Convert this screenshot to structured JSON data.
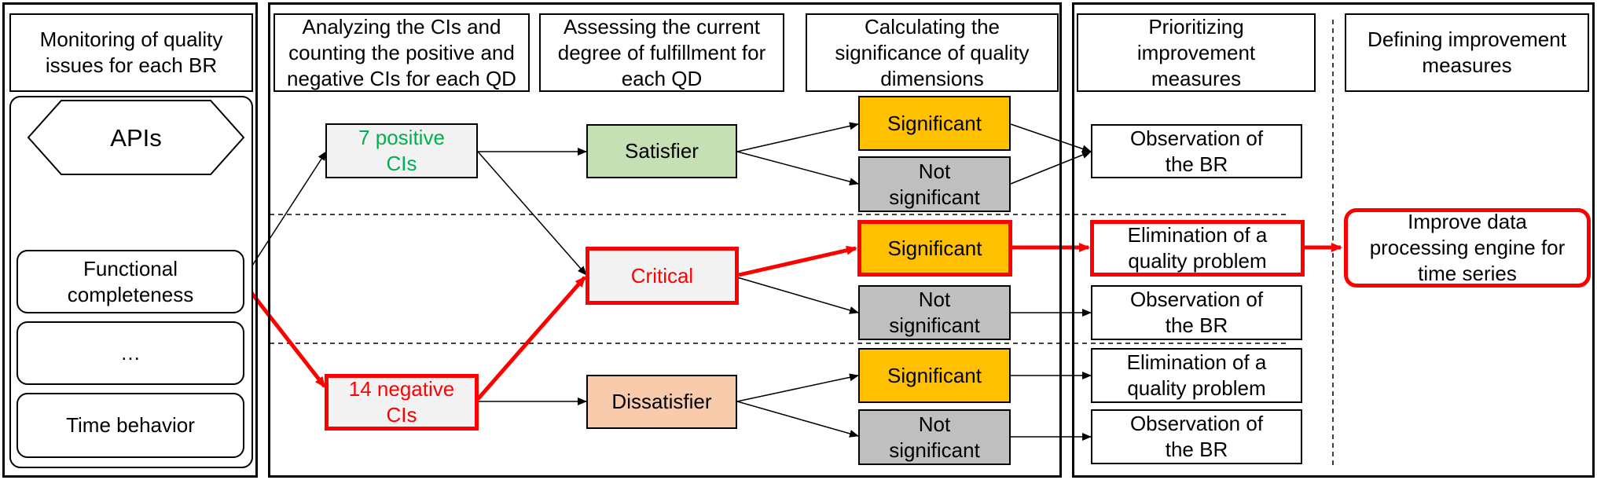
{
  "headers": {
    "monitoring": "Monitoring of quality issues for each BR",
    "analyzing": "Analyzing the CIs and counting the positive and negative CIs for each QD",
    "assessing": "Assessing the current degree of fulfillment for each QD",
    "calculating": "Calculating the significance of quality dimensions",
    "prioritizing": "Prioritizing improvement measures",
    "defining": "Defining improvement measures"
  },
  "left": {
    "apis": "APIs",
    "functional": "Functional completeness",
    "ellipsis": "…",
    "time": "Time behavior"
  },
  "counts": {
    "positive": "7 positive CIs",
    "negative": "14 negative CIs"
  },
  "degrees": {
    "satisfier": "Satisfier",
    "critical": "Critical",
    "dissatisfier": "Dissatisfier"
  },
  "significance": {
    "sig1": "Significant",
    "nsig1": "Not significant",
    "sig2": "Significant",
    "nsig2": "Not significant",
    "sig3": "Significant",
    "nsig3": "Not significant"
  },
  "measures": {
    "m1": "Observation of the BR",
    "m2": "Elimination of a quality problem",
    "m3": "Observation of the BR",
    "m4": "Elimination of a quality problem",
    "m5": "Observation of the BR"
  },
  "defined": {
    "improve": "Improve data processing engine for time series"
  },
  "colors": {
    "highlight": "#ff0000",
    "significant": "#ffc000",
    "not_significant": "#bfbfbf",
    "satisfier": "#c5e0b4",
    "dissatisfier": "#f8cbad",
    "count_box": "#f2f2f2",
    "positive_text": "#00b050"
  }
}
